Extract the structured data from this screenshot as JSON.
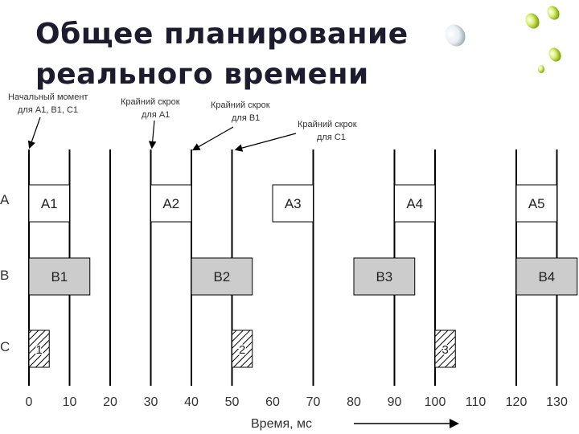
{
  "title": {
    "line1": "Общее планирование",
    "line2": "реального времени"
  },
  "annotations": [
    {
      "id": "start",
      "line1": "Начальный момент",
      "line2": "для A1, B1, C1"
    },
    {
      "id": "deadline-a1",
      "line1": "Крайний скрок",
      "line2": "для A1"
    },
    {
      "id": "deadline-b1",
      "line1": "Крайний скрок",
      "line2": "для B1"
    },
    {
      "id": "deadline-c1",
      "line1": "Крайний скрок",
      "line2": "для C1"
    }
  ],
  "rows": [
    {
      "label": "A",
      "style": "white"
    },
    {
      "label": "B",
      "style": "gray"
    },
    {
      "label": "C",
      "style": "hatched"
    }
  ],
  "axis": {
    "label": "Время, мс",
    "ticks": [
      0,
      10,
      20,
      30,
      40,
      50,
      60,
      70,
      80,
      90,
      100,
      110,
      120,
      130
    ]
  },
  "tasks": [
    {
      "row": 0,
      "label": "A1",
      "start": 0,
      "end": 10
    },
    {
      "row": 0,
      "label": "A2",
      "start": 30,
      "end": 40
    },
    {
      "row": 0,
      "label": "A3",
      "start": 60,
      "end": 70
    },
    {
      "row": 0,
      "label": "A4",
      "start": 90,
      "end": 100
    },
    {
      "row": 0,
      "label": "A5",
      "start": 120,
      "end": 130
    },
    {
      "row": 1,
      "label": "B1",
      "start": 0,
      "end": 15
    },
    {
      "row": 1,
      "label": "B2",
      "start": 40,
      "end": 55
    },
    {
      "row": 1,
      "label": "B3",
      "start": 80,
      "end": 95
    },
    {
      "row": 1,
      "label": "B4",
      "start": 120,
      "end": 135
    },
    {
      "row": 2,
      "label": "1",
      "start": 0,
      "end": 5
    },
    {
      "row": 2,
      "label": "2",
      "start": 50,
      "end": 55
    },
    {
      "row": 2,
      "label": "3",
      "start": 100,
      "end": 105
    }
  ],
  "deadline_lines": [
    0,
    10,
    20,
    30,
    40,
    50,
    70,
    90,
    100,
    120,
    130
  ],
  "colors": {
    "gray_box": "#cccccc",
    "white_box": "#ffffff",
    "line": "#000000",
    "title": "#1c1c2e"
  }
}
